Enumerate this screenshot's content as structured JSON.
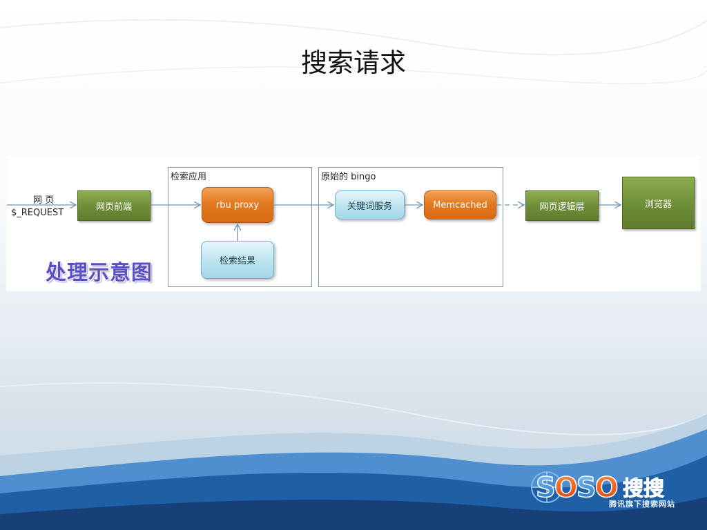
{
  "slide": {
    "title": "搜索请求",
    "caption": "处理示意图"
  },
  "diagram": {
    "input_label_line1": "网 页",
    "input_label_line2": "$_REQUEST",
    "nodes": {
      "web_frontend": "网页前端",
      "rbu_proxy": "rbu proxy",
      "search_result": "检索结果",
      "keyword_service": "关键词服务",
      "memcached": "Memcached",
      "web_logic_layer": "网页逻辑层",
      "browser": "浏览器"
    },
    "groups": {
      "search_app": "检索应用",
      "original_bingo": "原始的 bingo"
    }
  },
  "logo": {
    "brand_latin": "SOSO",
    "brand_cn": "搜搜",
    "subtitle": "腾讯旗下搜索网站"
  },
  "colors": {
    "green_node": "#6f8f38",
    "orange_node": "#e37a20",
    "blue_node": "#bfe5f1",
    "caption_text": "#5b4fc4",
    "wave_blue": "#1f5fa6"
  }
}
